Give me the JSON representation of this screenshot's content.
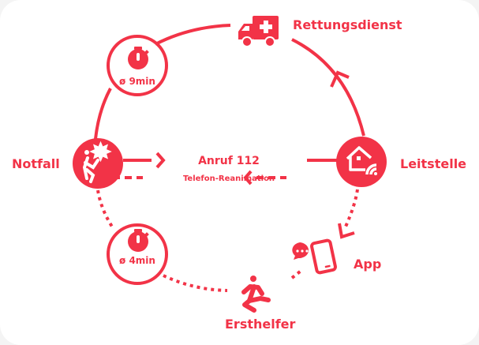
{
  "colors": {
    "accent": "#f23347",
    "background": "#ffffff"
  },
  "nodes": {
    "notfall": {
      "label": "Notfall",
      "icon": "accident-icon"
    },
    "leitstelle": {
      "label": "Leitstelle",
      "icon": "house-signal-icon"
    },
    "rettungsdienst": {
      "label": "Rettungsdienst",
      "icon": "ambulance-icon"
    },
    "ersthelfer": {
      "label": "Ersthelfer",
      "icon": "runner-icon"
    },
    "app": {
      "label": "App",
      "icon": "smartphone-icon"
    }
  },
  "timers": {
    "rettungsdienst": {
      "label": "ø 9min",
      "icon": "stopwatch-icon"
    },
    "ersthelfer": {
      "label": "ø 4min",
      "icon": "stopwatch-icon"
    }
  },
  "edges": {
    "call": {
      "label": "Anruf 112"
    },
    "cpr": {
      "label": "Telefon-Reanimation"
    }
  }
}
